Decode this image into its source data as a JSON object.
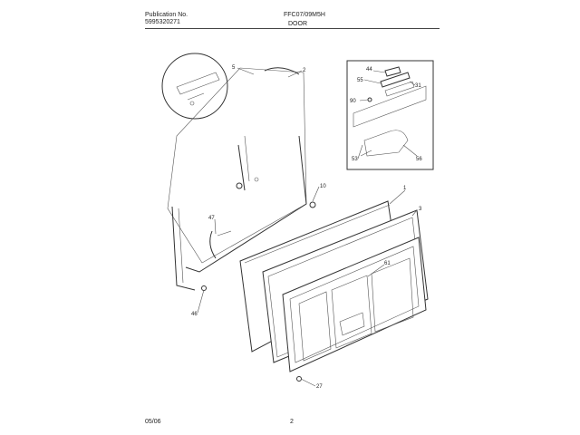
{
  "header": {
    "publication_label": "Publication No.",
    "publication_number": "5995320271",
    "model": "FFC07/09M5H",
    "section": "DOOR"
  },
  "footer": {
    "date": "05/06",
    "page": "2"
  },
  "callouts": [
    "5",
    "2",
    "10",
    "47",
    "46",
    "1",
    "3",
    "61",
    "27"
  ],
  "inset_callouts": [
    "44",
    "55",
    "31",
    "90",
    "53",
    "56"
  ]
}
